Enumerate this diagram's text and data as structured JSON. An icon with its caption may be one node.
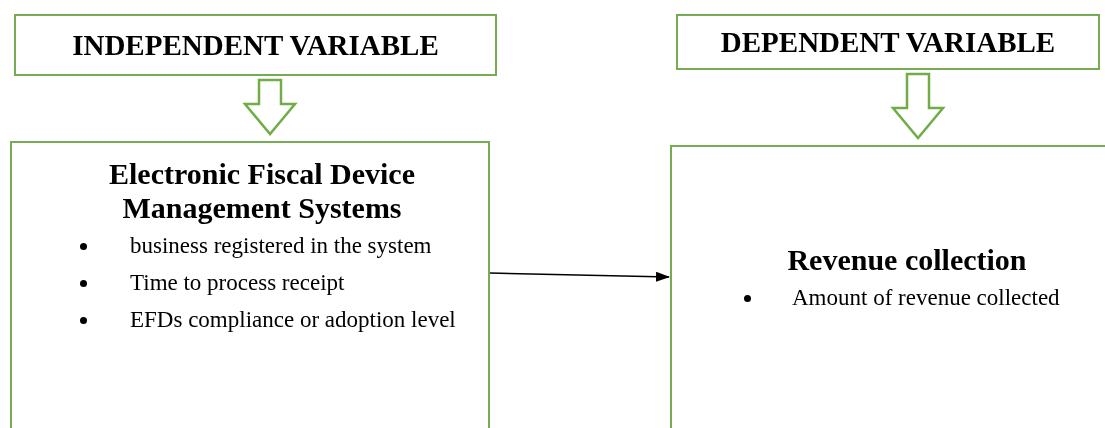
{
  "diagram": {
    "nodes": [
      {
        "text": [
          "INDEPENDENT VARIABLE"
        ]
      },
      {
        "text": [
          "DEPENDENT VARIABLE"
        ]
      },
      {
        "text": [
          "Electronic Fiscal Device Management Systems",
          "business registered in the system",
          "Time to process receipt",
          "EFDs compliance or adoption level"
        ]
      },
      {
        "text": [
          "Revenue collection",
          "Amount of revenue collected"
        ]
      }
    ],
    "edges": [
      {
        "from": 0,
        "to": 2,
        "arrow": "to",
        "style": "thick",
        "color": "#70ad47"
      },
      {
        "from": 1,
        "to": 3,
        "arrow": "to",
        "style": "thick",
        "color": "#70ad47"
      },
      {
        "from": 2,
        "to": 3,
        "arrow": "to"
      }
    ]
  }
}
